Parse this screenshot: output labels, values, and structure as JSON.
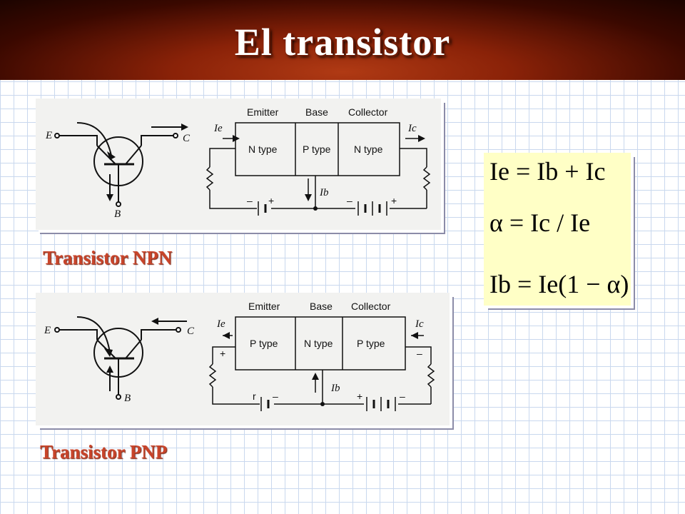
{
  "slide": {
    "title": "El transistor"
  },
  "npn": {
    "caption": "Transistor NPN",
    "emitter_label": "Emitter",
    "base_label": "Base",
    "collector_label": "Collector",
    "emitter_type": "N type",
    "base_type": "P type",
    "collector_type": "N type",
    "terminal_e": "E",
    "terminal_c": "C",
    "terminal_b": "B",
    "current_e": "Ie",
    "current_c": "Ic",
    "current_b": "Ib"
  },
  "pnp": {
    "caption": "Transistor PNP",
    "emitter_label": "Emitter",
    "base_label": "Base",
    "collector_label": "Collector",
    "emitter_type": "P type",
    "base_type": "N type",
    "collector_type": "P type",
    "terminal_e": "E",
    "terminal_c": "C",
    "terminal_b": "B",
    "current_e": "Ie",
    "current_c": "Ic",
    "current_b": "Ib"
  },
  "equations": {
    "eq1": "Ie = Ib + Ic",
    "eq2": "α = Ic / Ie",
    "eq3": "Ib = Ie(1 − α)"
  },
  "colors": {
    "caption": "#c8442a",
    "equation_bg": "#ffffc6",
    "header": "#8a2208"
  }
}
